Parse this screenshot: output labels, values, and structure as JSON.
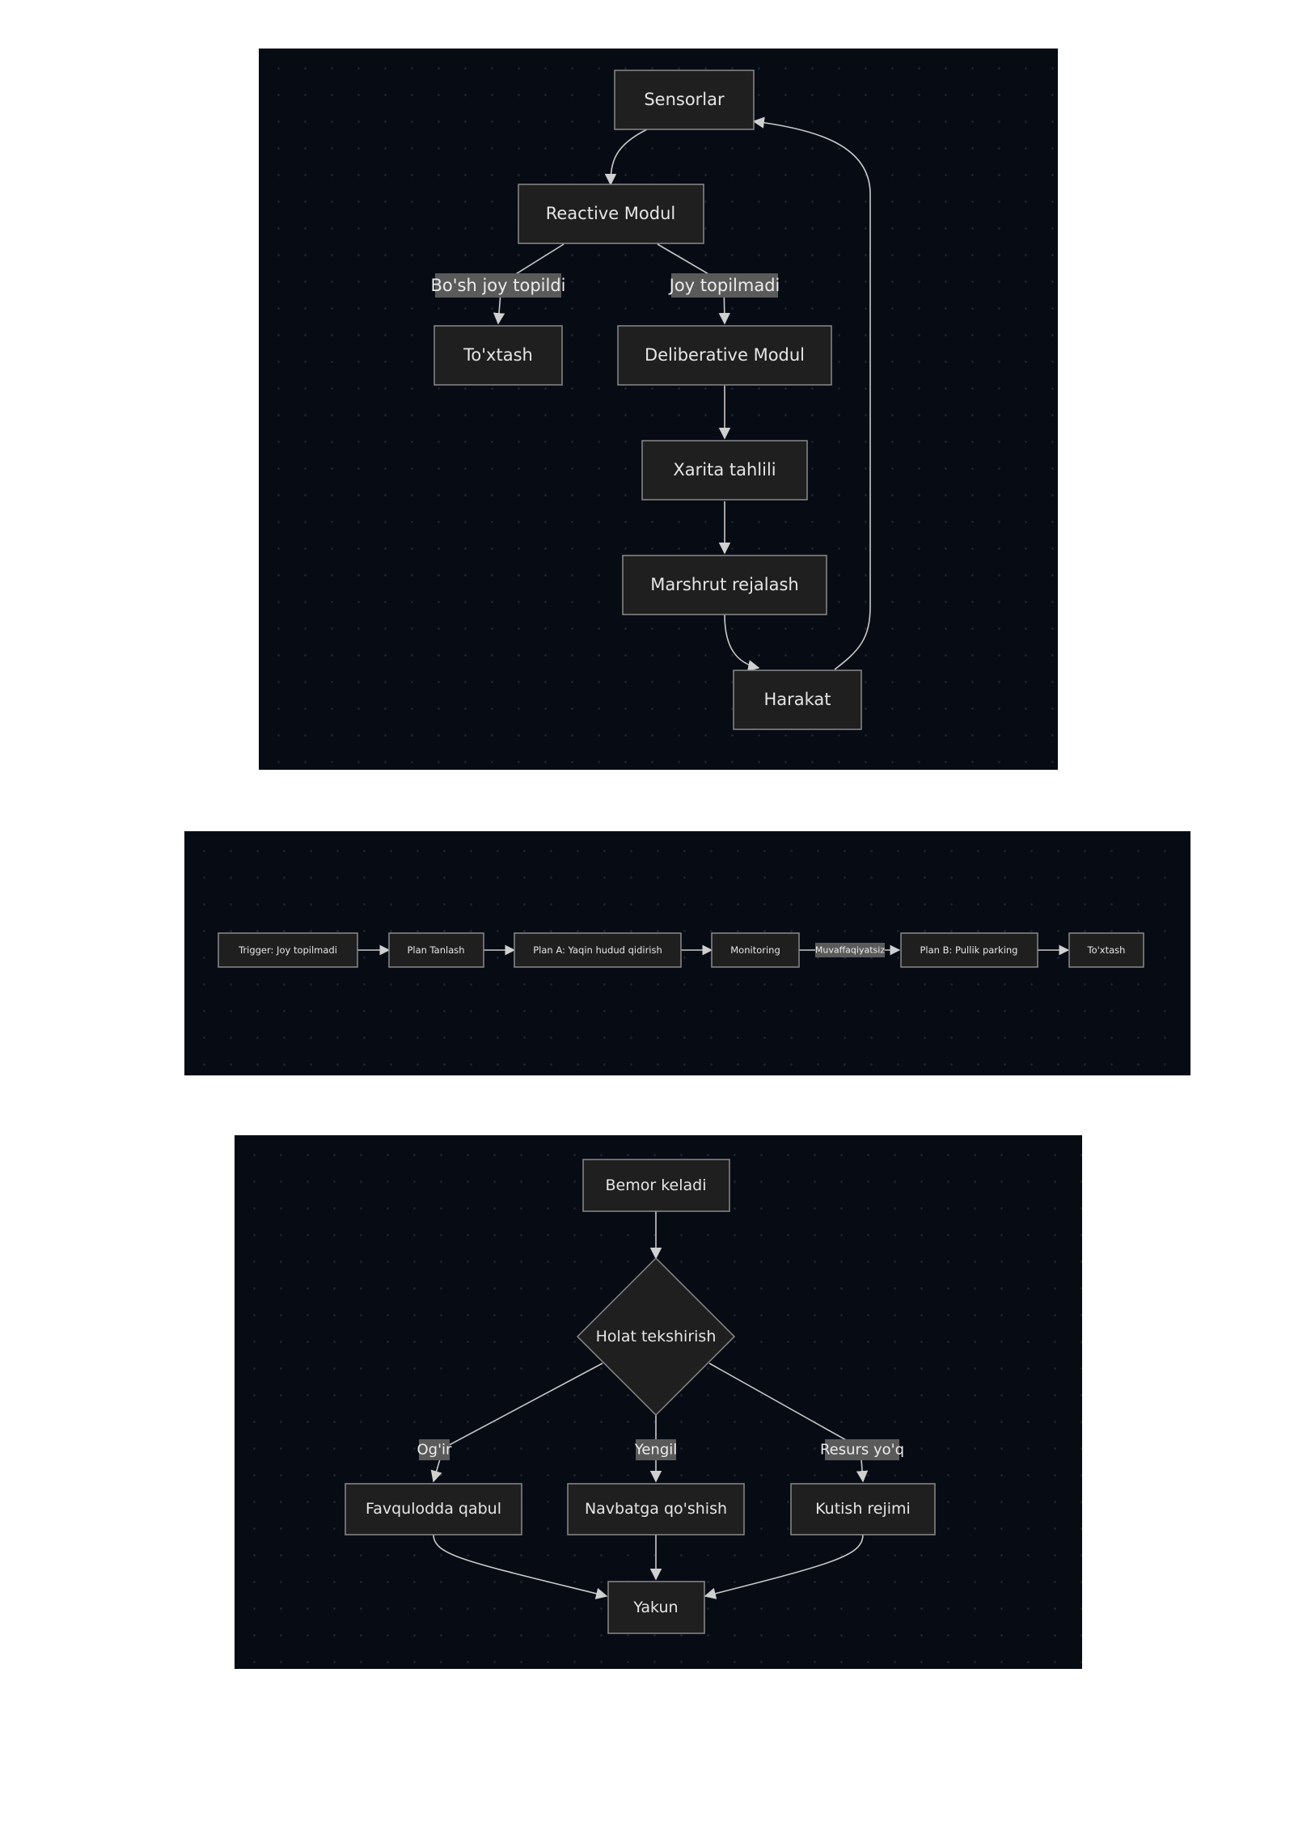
{
  "diagram1": {
    "nodes": {
      "sensorlar": "Sensorlar",
      "reactive": "Reactive Modul",
      "toxtash": "To'xtash",
      "deliberative": "Deliberative Modul",
      "xarita": "Xarita tahlili",
      "marshrut": "Marshrut rejalash",
      "harakat": "Harakat"
    },
    "edge_labels": {
      "found": "Bo'sh joy topildi",
      "not_found": "Joy topilmadi"
    }
  },
  "diagram2": {
    "nodes": {
      "trigger": "Trigger: Joy topilmadi",
      "plan_tanlash": "Plan Tanlash",
      "plan_a": "Plan A: Yaqin hudud qidirish",
      "monitoring": "Monitoring",
      "plan_b": "Plan B: Pullik parking",
      "toxtash": "To'xtash"
    },
    "edge_labels": {
      "fail": "Muvaffaqiyatsiz"
    }
  },
  "diagram3": {
    "nodes": {
      "bemor": "Bemor keladi",
      "holat": "Holat tekshirish",
      "favqulodda": "Favqulodda qabul",
      "navbat": "Navbatga qo'shish",
      "kutish": "Kutish rejimi",
      "yakun": "Yakun"
    },
    "edge_labels": {
      "ogir": "Og'ir",
      "yengil": "Yengil",
      "resurs": "Resurs yo'q"
    }
  }
}
